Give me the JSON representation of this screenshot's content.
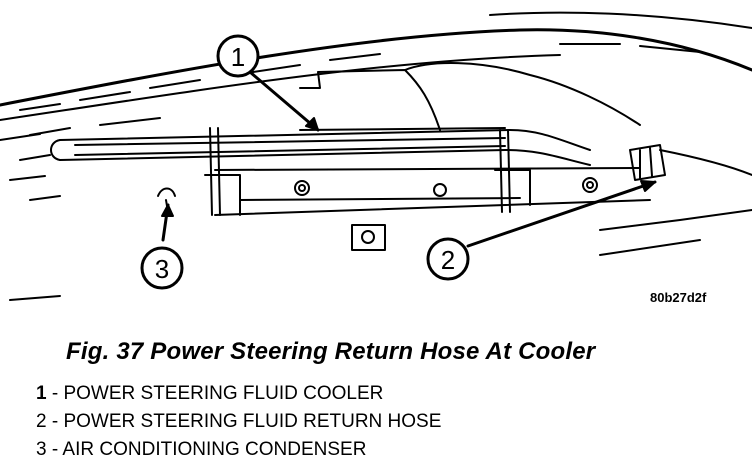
{
  "callouts": [
    {
      "number": "1",
      "label": "POWER STEERING FLUID COOLER"
    },
    {
      "number": "2",
      "label": "POWER STEERING FLUID RETURN HOSE"
    },
    {
      "number": "3",
      "label": "AIR CONDITIONING CONDENSER"
    }
  ],
  "image_id": "80b27d2f",
  "caption": "Fig. 37 Power Steering Return Hose At Cooler",
  "legend": [
    {
      "number": "1",
      "separator": " - ",
      "text": "POWER STEERING FLUID COOLER"
    },
    {
      "number": "2",
      "separator": " - ",
      "text": "POWER STEERING FLUID RETURN HOSE"
    },
    {
      "number": "3",
      "separator": " - ",
      "text": "AIR CONDITIONING CONDENSER"
    }
  ]
}
